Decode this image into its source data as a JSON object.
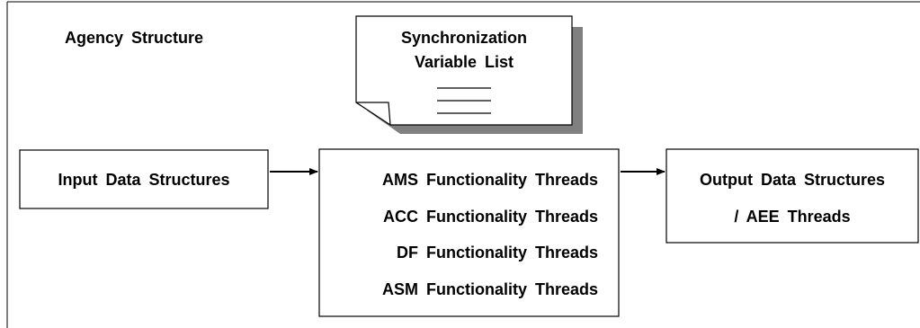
{
  "diagram": {
    "title": "Agency Structure",
    "document": {
      "line1": "Synchronization",
      "line2": "Variable List"
    },
    "input_box": {
      "label": "Input Data Structures"
    },
    "functionality_box": {
      "threads": [
        "AMS Functionality Threads",
        "ACC Functionality Threads",
        "DF Functionality Threads",
        "ASM Functionality Threads"
      ]
    },
    "output_box": {
      "line1": "Output Data Structures",
      "line2": "/ AEE Threads"
    },
    "colors": {
      "stroke": "#000000",
      "shadow": "#808080",
      "background": "#ffffff"
    }
  }
}
